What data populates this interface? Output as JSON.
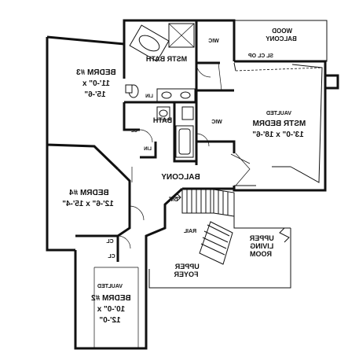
{
  "plan": {
    "wood_balcony": [
      "WOOD",
      "BALCONY"
    ],
    "wood_balcony_note": "SL CL OP",
    "mstr_bath": "MSTR BATH",
    "wic_top": "WIC",
    "wic_mid": "WIC",
    "lin_top": "LIN",
    "lin_low": "LIN",
    "bath": "BATH",
    "cl_bath": "CL",
    "bedrm3": [
      "BEDRM #3",
      "11'-0\" x",
      "15'-6\""
    ],
    "vaulted_mstr": "VAULTED",
    "mstr_bedrm": [
      "MSTR BEDRM",
      "13'-0\" x 18'-6\""
    ],
    "balcony": "BALCONY",
    "bedrm4": [
      "BEDRM #4",
      "12'-6\" x 15'-4\""
    ],
    "dn": "DN",
    "rail": "RAIL",
    "cl_left1": "CL",
    "cl_left2": "CL",
    "upper_living": [
      "UPPER",
      "LIVING",
      "ROOM"
    ],
    "upper_foyer": [
      "UPPER",
      "FOYER"
    ],
    "vaulted_bedrm2": "VAULTED",
    "bedrm2": [
      "BEDRM #2",
      "10'-0\" x",
      "12'-0\""
    ]
  },
  "colors": {
    "ink": "#111111",
    "paper": "#ffffff"
  }
}
